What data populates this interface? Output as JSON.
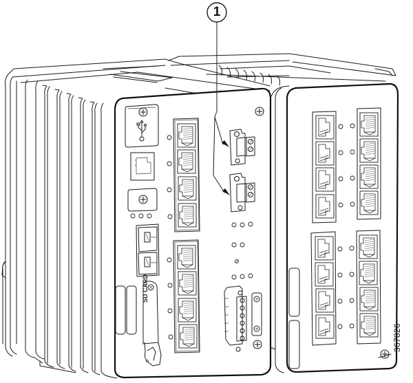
{
  "figure": {
    "subject": "Industrial Ethernet switch with expansion module, front isometric view",
    "callouts": [
      {
        "number": "1",
        "target": "power connectors (two terminal block connectors)"
      }
    ],
    "figure_id": "367826",
    "labels": {
      "sd_card": "SD CARD"
    },
    "main_unit": {
      "ports_top_group": 4,
      "ports_bottom_group": 4,
      "sfp_slots": 2,
      "usb_port": "usb-icon",
      "console_port": "rj45-console",
      "leds_per_port": 1
    },
    "expansion_module": {
      "ports_left_column": 8,
      "ports_right_column": 8,
      "leds_per_row": 2
    },
    "colors": {
      "line": "#1a1a1a",
      "background": "#ffffff"
    }
  }
}
